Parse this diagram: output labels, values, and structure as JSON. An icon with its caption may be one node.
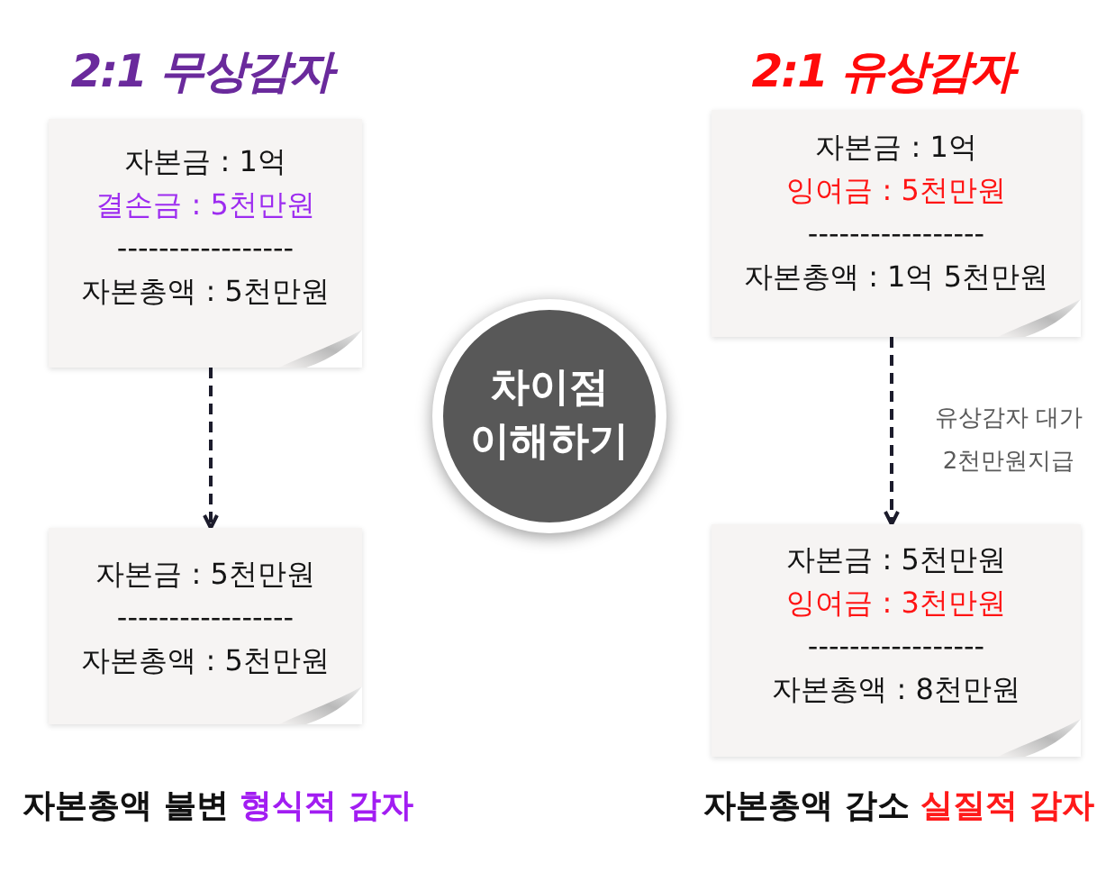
{
  "diagram": {
    "nodes": [
      {
        "text": [
          "자본금 : 1억",
          "결손금 : 5천만원",
          "-----------------",
          "자본총액 : 5천만원"
        ]
      },
      {
        "text": [
          "자본금 : 1억",
          "잉여금 : 5천만원",
          "-----------------",
          "자본총액 : 1억 5천만원"
        ]
      },
      {
        "text": [
          "차이점 이해하기"
        ]
      },
      {
        "text": [
          "자본금 : 5천만원",
          "-----------------",
          "자본총액 : 5천만원"
        ]
      },
      {
        "text": [
          "자본금 : 5천만원",
          "잉여금 : 3천만원",
          "-----------------",
          "자본총액 : 8천만원"
        ]
      }
    ],
    "edges": [
      {
        "from": 0,
        "to": 3,
        "arrow": "to",
        "style": "dashed"
      },
      {
        "from": 1,
        "to": 4,
        "arrow": "to",
        "style": "dashed",
        "label": "유상감자 대가 2천만원지급"
      }
    ],
    "labels": [
      "2:1 무상감자",
      "2:1 유상감자",
      "자본총액 불변",
      "형식적 감자",
      "자본총액 감소",
      "실질적 감자"
    ]
  }
}
